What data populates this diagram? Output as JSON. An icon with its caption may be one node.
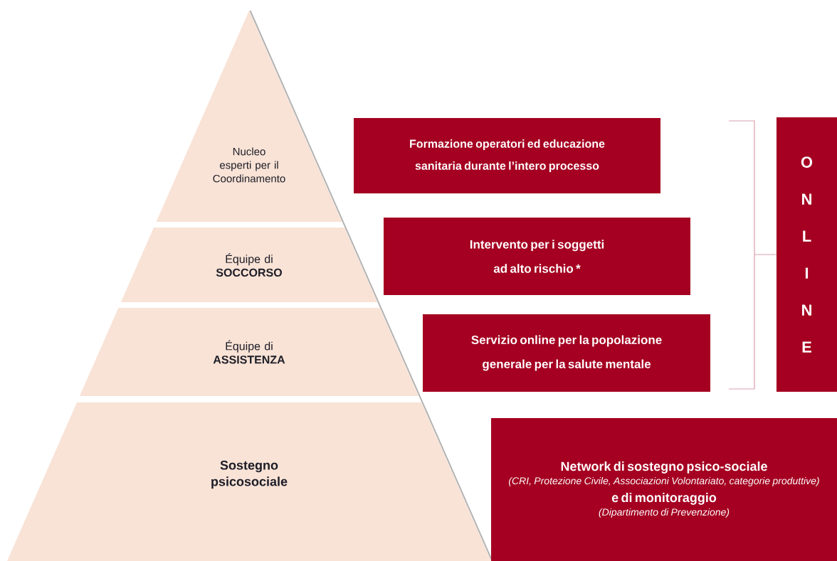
{
  "diagram": {
    "nodes": [
      {
        "text": [
          "Nucleo esperti per il Coordinamento"
        ]
      },
      {
        "text": [
          "Équipe di **SOCCORSO**"
        ]
      },
      {
        "text": [
          "Équipe di **ASSISTENZA**"
        ]
      },
      {
        "text": [
          "Sostegno psicosociale"
        ]
      },
      {
        "text": [
          "Formazione operatori ed educazione sanitaria durante l’intero processo"
        ]
      },
      {
        "text": [
          "Intervento per i soggetti ad alto rischio *"
        ]
      },
      {
        "text": [
          "Servizio online per la popolazione generale per la salute mentale"
        ]
      },
      {
        "text": [
          "Network di sostegno psico-sociale",
          "(CRI, Protezione Civile, Associazioni Volontariato, categorie produttive)",
          "e di monitoraggio",
          "(Dipartimento di Prevenzione)"
        ]
      },
      {
        "text": [
          "ONLINE"
        ]
      }
    ]
  }
}
